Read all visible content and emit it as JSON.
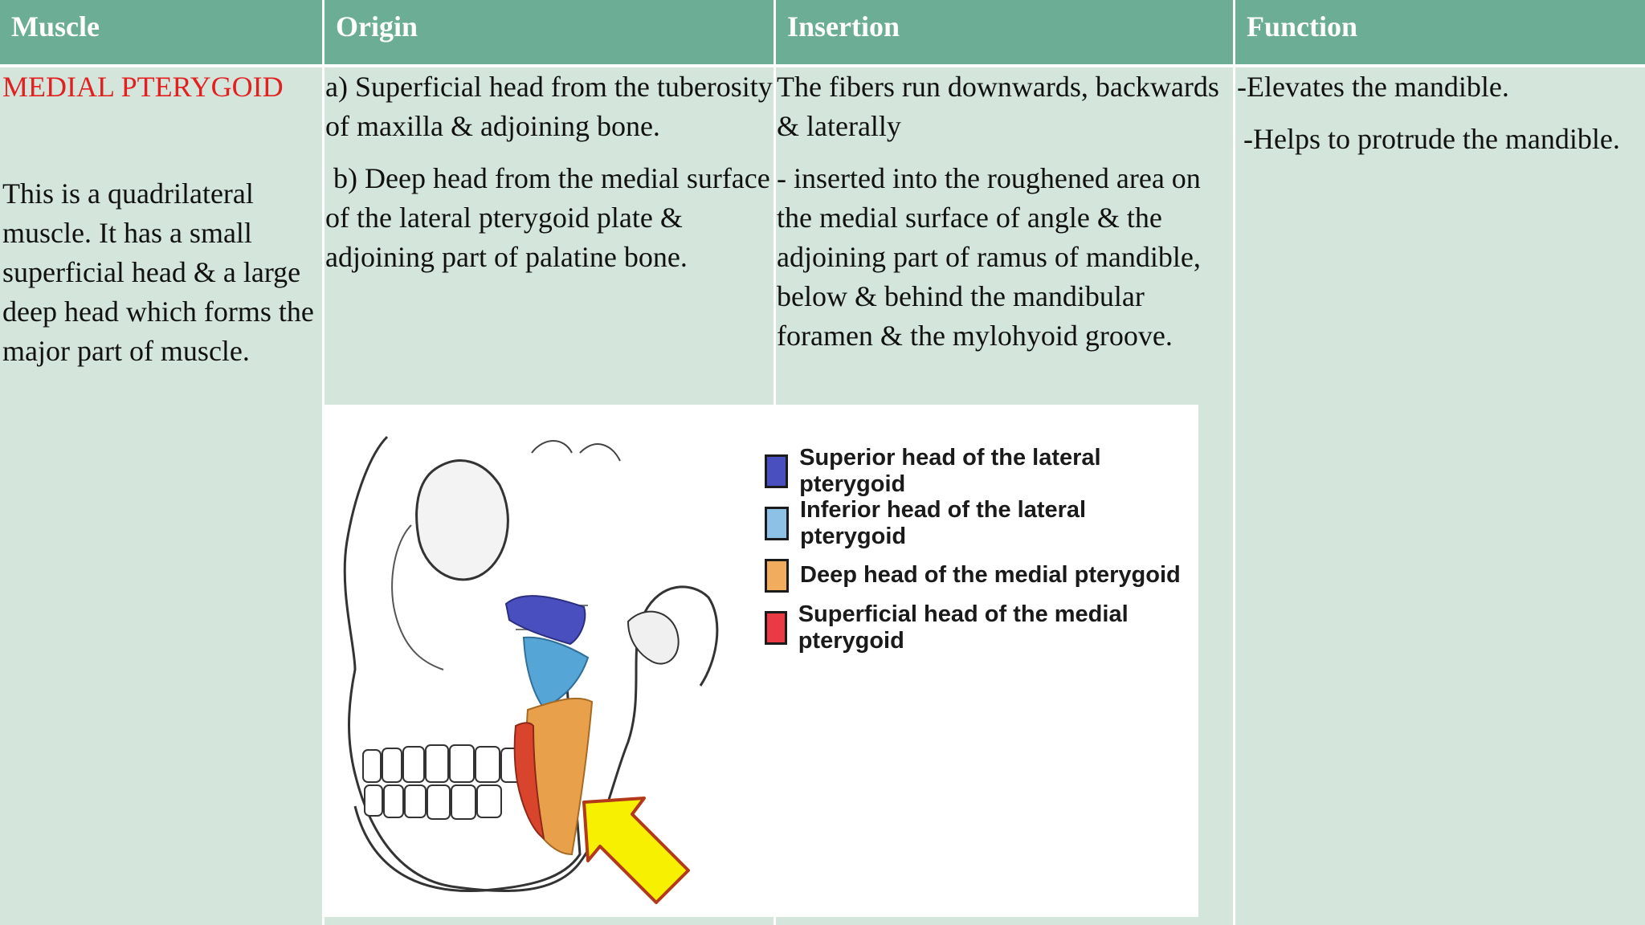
{
  "header": {
    "col1": "Muscle",
    "col2": "Origin",
    "col3": "Insertion",
    "col4": "Function"
  },
  "row": {
    "muscle_name": "MEDIAL PTERYGOID",
    "muscle_desc": "This is a quadrilateral muscle. It has a small superficial head & a large deep head which forms the major part of muscle.",
    "origin_a": "a) Superficial head from the tuberosity of maxilla & adjoining bone.",
    "origin_b": "b) Deep head from the medial surface of the lateral pterygoid plate & adjoining part of palatine bone.",
    "insertion_1": "The fibers run downwards, backwards & laterally",
    "insertion_2": "- inserted into the roughened area on the medial surface of angle & the adjoining part of ramus of mandible, below & behind the mandibular foramen & the mylohyoid groove.",
    "function_1": "-Elevates the mandible.",
    "function_2": "-Helps to protrude the mandible."
  },
  "figure": {
    "legend": [
      {
        "label": "Superior head of the lateral pterygoid",
        "color": "#4a4fc0"
      },
      {
        "label": "Inferior head of the lateral pterygoid",
        "color": "#8ec1e6"
      },
      {
        "label": "Deep head of the medial pterygoid",
        "color": "#f2ac5e"
      },
      {
        "label": "Superficial head of the medial pterygoid",
        "color": "#ea3b45"
      }
    ],
    "arrow_color": "#f7f000"
  },
  "colors": {
    "header_bg": "#6bad95",
    "body_bg": "#d4e6dc",
    "muscle_name": "#e32020"
  }
}
